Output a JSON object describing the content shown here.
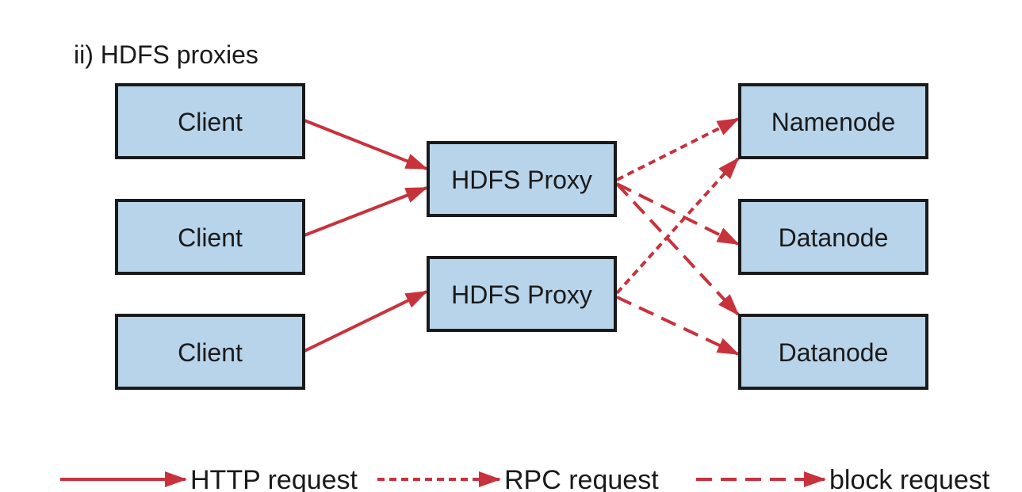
{
  "title": "ii) HDFS proxies",
  "colors": {
    "box_fill": "#b8d4ea",
    "box_stroke": "#1a1a1a",
    "arrow": "#c8323c"
  },
  "nodes": {
    "client_1": {
      "label": "Client"
    },
    "client_2": {
      "label": "Client"
    },
    "client_3": {
      "label": "Client"
    },
    "proxy_1": {
      "label": "HDFS Proxy"
    },
    "proxy_2": {
      "label": "HDFS Proxy"
    },
    "namenode": {
      "label": "Namenode"
    },
    "datanode_1": {
      "label": "Datanode"
    },
    "datanode_2": {
      "label": "Datanode"
    }
  },
  "edges": [
    {
      "from": "client_1",
      "to": "proxy_1",
      "kind": "http"
    },
    {
      "from": "client_2",
      "to": "proxy_1",
      "kind": "http"
    },
    {
      "from": "client_3",
      "to": "proxy_2",
      "kind": "http"
    },
    {
      "from": "proxy_1",
      "to": "namenode",
      "kind": "rpc"
    },
    {
      "from": "proxy_2",
      "to": "namenode",
      "kind": "rpc"
    },
    {
      "from": "proxy_1",
      "to": "datanode_1",
      "kind": "block"
    },
    {
      "from": "proxy_1",
      "to": "datanode_2",
      "kind": "block"
    },
    {
      "from": "proxy_2",
      "to": "datanode_2",
      "kind": "block"
    }
  ],
  "legend": {
    "http": "HTTP request",
    "rpc": "RPC request",
    "block": "block request"
  }
}
